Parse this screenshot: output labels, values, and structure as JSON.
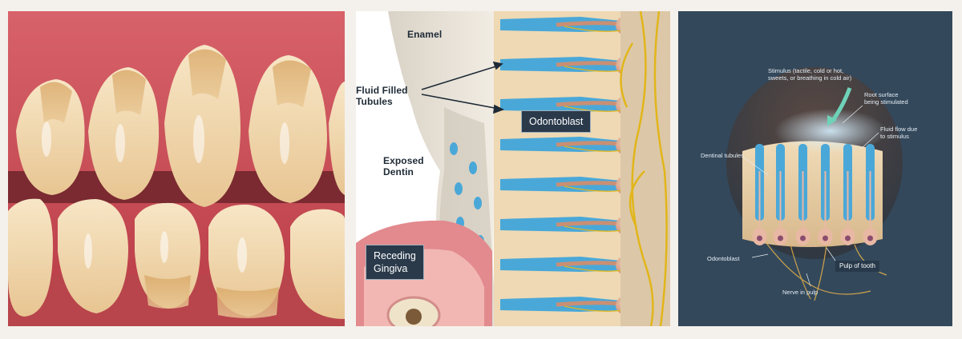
{
  "panel2": {
    "enamel": "Enamel",
    "fluid_filled_tubules": [
      "Fluid Filled",
      "Tubules"
    ],
    "exposed_dentin": [
      "Exposed",
      "Dentin"
    ],
    "odontoblast": "Odontoblast",
    "receding_gingiva": [
      "Receding",
      "Gingiva"
    ]
  },
  "panel3": {
    "stimulus": [
      "Stimulus (tactile, cold or hot,",
      "sweets, or breathing in cold air)"
    ],
    "root_surface": [
      "Root surface",
      "being stimulated"
    ],
    "fluid_flow": [
      "Fluid flow due",
      "to stimulus"
    ],
    "dentinal_tubules": "Dentinal tubules",
    "odontoblast": "Odontoblast",
    "pulp_of_tooth": "Pulp of tooth",
    "nerve_in_pulp": "Nerve in pulp"
  },
  "colors": {
    "gum": "#c94a52",
    "tooth": "#f0d5a8",
    "tubule_blue": "#4aa8d8",
    "nerve_yellow": "#e2b51a",
    "panel3_bg": "#33485b"
  }
}
